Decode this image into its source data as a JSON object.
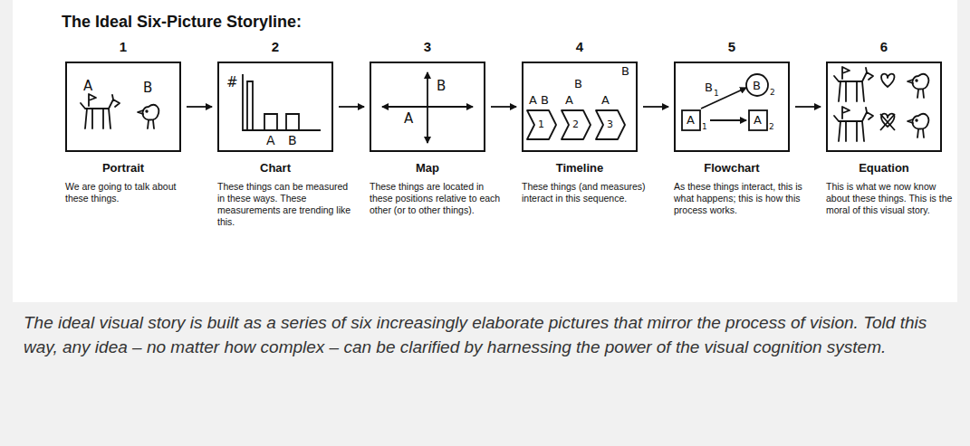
{
  "diagram": {
    "title": "The Ideal Six-Picture Storyline:",
    "caption": "The ideal visual story is built as a series of six increasingly elaborate pictures that mirror the process of vision. Told this way, any idea – no matter how complex – can be clarified by harnessing the power of the visual cognition system.",
    "nodes": [
      {
        "text": [
          "1",
          "Portrait",
          "We are going to talk about these things."
        ]
      },
      {
        "text": [
          "2",
          "Chart",
          "These things can be measured in these ways. These measurements are trending like this."
        ]
      },
      {
        "text": [
          "3",
          "Map",
          "These things are located in these positions relative to each other (or to other things)."
        ]
      },
      {
        "text": [
          "4",
          "Timeline",
          "These things (and measures) interact in this sequence."
        ]
      },
      {
        "text": [
          "5",
          "Flowchart",
          "As these things interact, this is what happens; this is how this process works."
        ]
      },
      {
        "text": [
          "6",
          "Equation",
          "This is what we now know about these things. This is the moral of this visual story."
        ]
      }
    ],
    "edges": [
      {
        "from": 0,
        "to": 1,
        "arrow": "to"
      },
      {
        "from": 1,
        "to": 2,
        "arrow": "to"
      },
      {
        "from": 2,
        "to": 3,
        "arrow": "to"
      },
      {
        "from": 3,
        "to": 4,
        "arrow": "to"
      },
      {
        "from": 4,
        "to": 5,
        "arrow": "to"
      }
    ],
    "labels": [
      "A",
      "B",
      "#",
      "A",
      "B",
      "A",
      "B",
      "A",
      "B",
      "A",
      "B",
      "A",
      "B",
      "1",
      "2",
      "3",
      "A",
      "1",
      "B",
      "1",
      "B",
      "2",
      "A",
      "2"
    ]
  }
}
